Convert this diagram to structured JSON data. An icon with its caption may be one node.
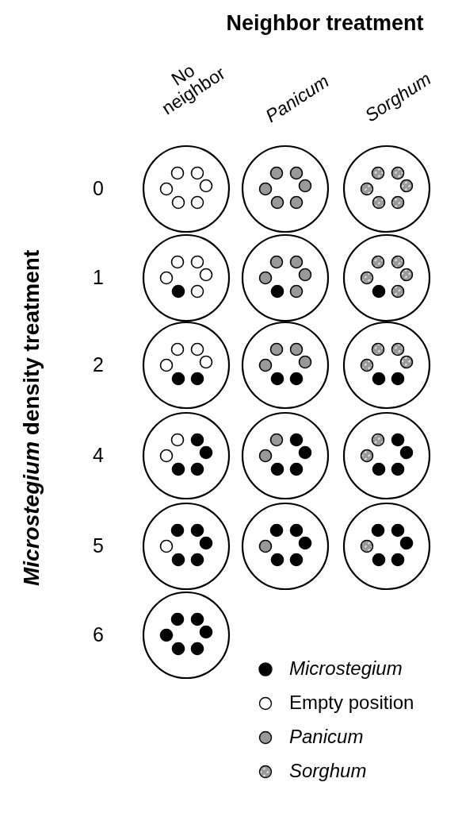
{
  "diagram": {
    "title": "Neighbor treatment",
    "labels": [
      "No neighbor",
      "Panicum",
      "Sorghum",
      "*Microstegium* density treatment",
      "0",
      "1",
      "2",
      "4",
      "5",
      "6"
    ],
    "legend": [
      {
        "text": "Microstegium",
        "color": "#000000"
      },
      {
        "text": "Empty position",
        "color": "#ffffff"
      },
      {
        "text": "Panicum",
        "color": "#999999"
      },
      {
        "text": "Sorghum"
      }
    ]
  }
}
